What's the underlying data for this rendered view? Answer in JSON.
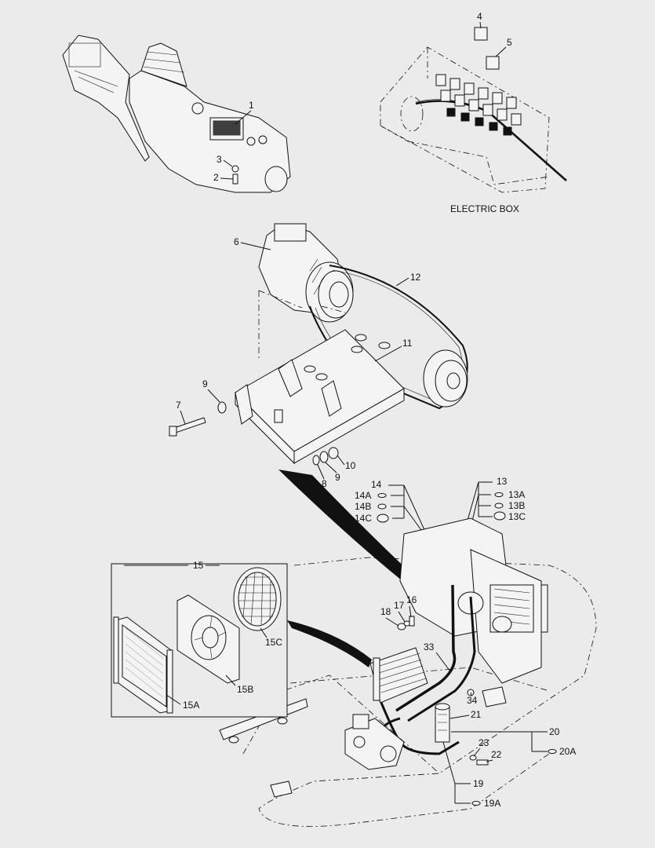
{
  "labels": {
    "l1": "1",
    "l2": "2",
    "l3": "3",
    "l4": "4",
    "l5": "5",
    "l6": "6",
    "l7": "7",
    "l8": "8",
    "l9a": "9",
    "l9b": "9",
    "l10": "10",
    "l11": "11",
    "l12": "12",
    "l13": "13",
    "l13A": "13A",
    "l13B": "13B",
    "l13C": "13C",
    "l14": "14",
    "l14A": "14A",
    "l14B": "14B",
    "l14C": "14C",
    "l15": "15",
    "l15A": "15A",
    "l15B": "15B",
    "l15C": "15C",
    "l16": "16",
    "l17": "17",
    "l18": "18",
    "l19": "19",
    "l19A": "19A",
    "l20": "20",
    "l20A": "20A",
    "l21": "21",
    "l22": "22",
    "l23": "23",
    "l33": "33",
    "l34": "34"
  },
  "electric_box_label": "ELECTRIC BOX"
}
